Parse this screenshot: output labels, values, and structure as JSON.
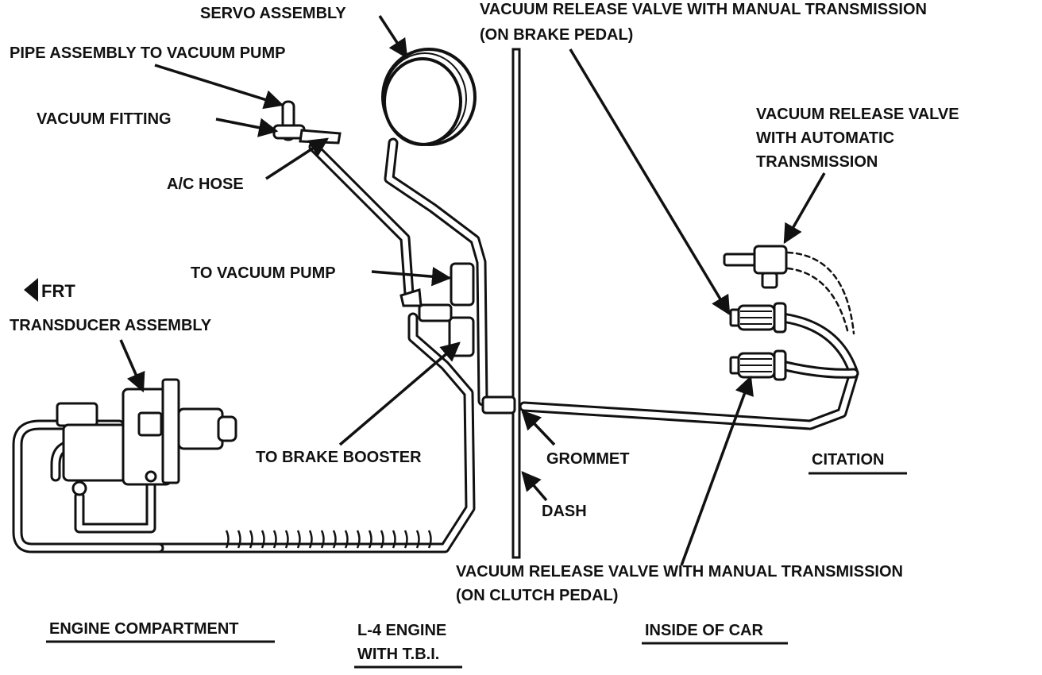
{
  "labels": {
    "servo_assembly": "SERVO ASSEMBLY",
    "pipe_assembly": "PIPE ASSEMBLY TO VACUUM PUMP",
    "vacuum_fitting": "VACUUM FITTING",
    "ac_hose": "A/C HOSE",
    "to_vacuum_pump": "TO VACUUM PUMP",
    "frt": "FRT",
    "transducer_assembly": "TRANSDUCER ASSEMBLY",
    "to_brake_booster": "TO BRAKE BOOSTER",
    "vrv_manual_brake_line1": "VACUUM RELEASE VALVE WITH MANUAL TRANSMISSION",
    "vrv_manual_brake_line2": "(ON BRAKE PEDAL)",
    "vrv_auto_line1": "VACUUM RELEASE VALVE",
    "vrv_auto_line2": "WITH AUTOMATIC",
    "vrv_auto_line3": "TRANSMISSION",
    "grommet": "GROMMET",
    "citation": "CITATION",
    "dash": "DASH",
    "vrv_manual_clutch_line1": "VACUUM RELEASE VALVE WITH MANUAL TRANSMISSION",
    "vrv_manual_clutch_line2": "(ON CLUTCH PEDAL)"
  },
  "sections": {
    "engine_compartment": "ENGINE COMPARTMENT",
    "engine_line1": "L-4 ENGINE",
    "engine_line2": "WITH T.B.I.",
    "inside_of_car": "INSIDE OF CAR"
  },
  "colors": {
    "ink": "#111111",
    "paper": "#ffffff"
  }
}
